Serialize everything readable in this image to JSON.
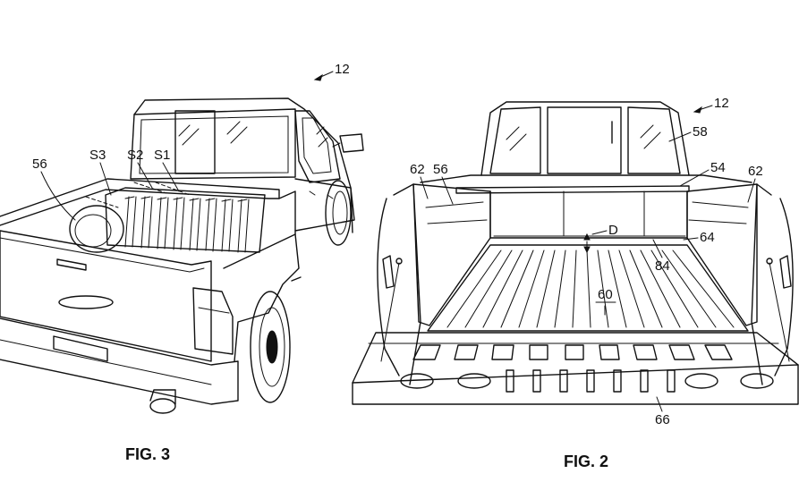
{
  "figures": [
    {
      "caption": "FIG. 3",
      "labels": {
        "vehicle_ref": "12",
        "box_ref": "56",
        "s3": "S3",
        "s2": "S2",
        "s1": "S1"
      }
    },
    {
      "caption": "FIG. 2",
      "labels": {
        "vehicle_ref": "12",
        "cab_ref": "58",
        "front_wall_ref": "54",
        "left_side_ref": "62",
        "box_ref": "56",
        "right_side_ref": "62",
        "gap_ref": "D",
        "rail_ref": "64",
        "slat_ref": "84",
        "floor_ref": "60",
        "tailgate_ref": "66"
      }
    }
  ]
}
